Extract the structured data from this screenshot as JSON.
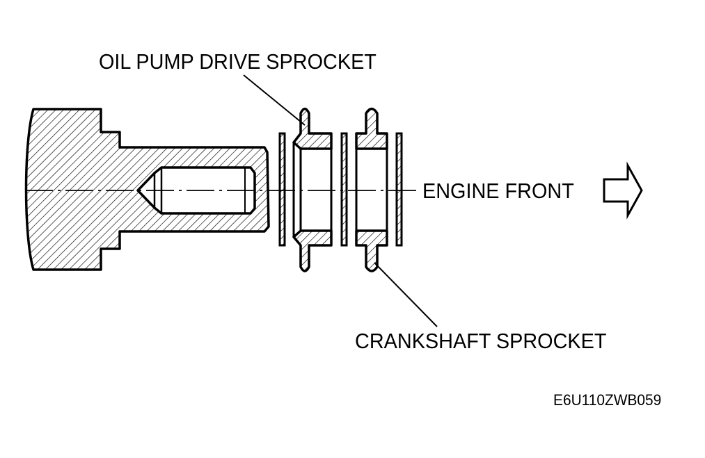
{
  "labels": {
    "oil_pump_drive_sprocket": "OIL PUMP DRIVE SPROCKET",
    "engine_front": "ENGINE FRONT",
    "crankshaft_sprocket": "CRANKSHAFT SPROCKET",
    "figure_code": "E6U110ZWB059"
  },
  "colors": {
    "ink": "#000000",
    "background": "#ffffff"
  }
}
